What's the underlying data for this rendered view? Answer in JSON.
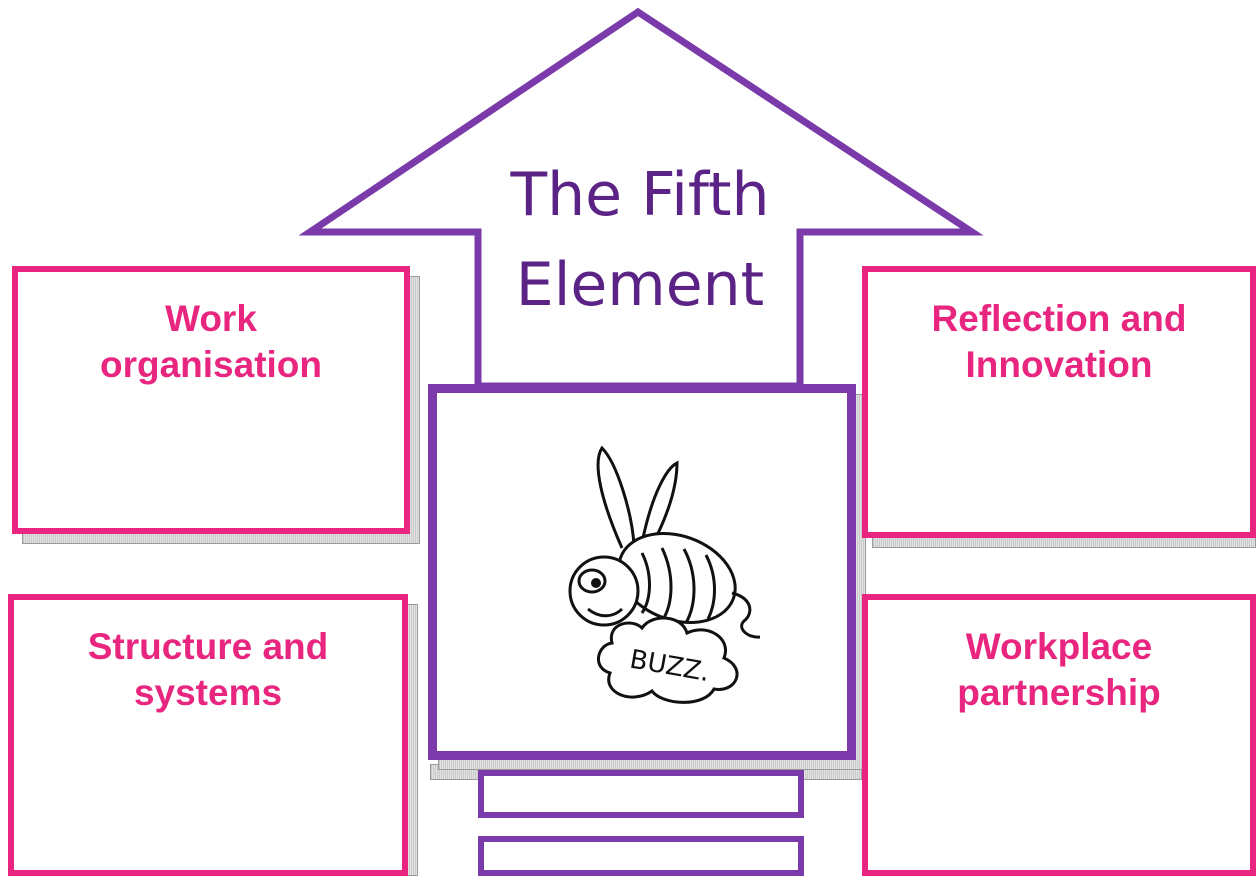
{
  "arrow": {
    "title_line1": "The Fifth",
    "title_line2": "Element"
  },
  "boxes": {
    "top_left": {
      "line1": "Work",
      "line2": "organisation"
    },
    "top_right": {
      "line1": "Reflection and",
      "line2": "Innovation"
    },
    "bottom_left": {
      "line1": "Structure and",
      "line2": "systems"
    },
    "bottom_right": {
      "line1": "Workplace",
      "line2": "partnership"
    }
  },
  "center": {
    "image": "bee-buzz-cartoon",
    "bee_caption": "BUZZ."
  },
  "colors": {
    "box_border": "#e8267f",
    "box_text": "#e8267f",
    "arrow_border": "#7a3aaa",
    "arrow_text": "#5a2385"
  }
}
